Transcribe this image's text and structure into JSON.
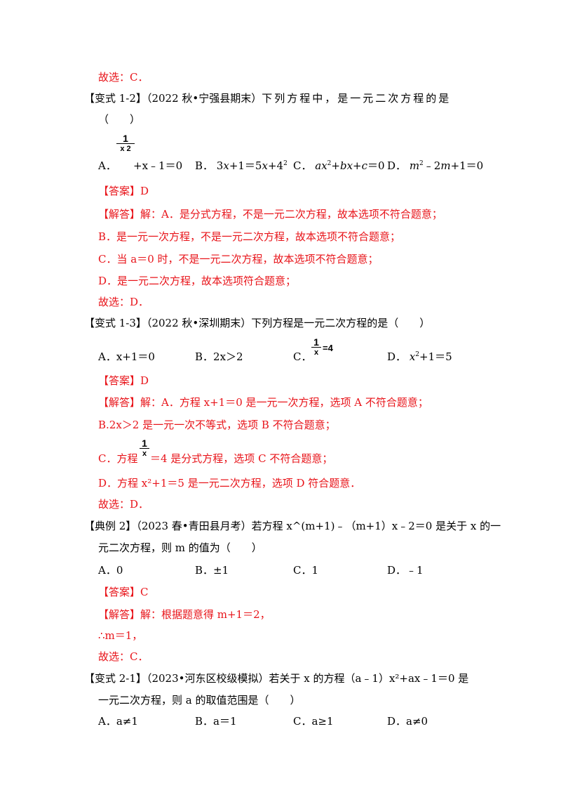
{
  "block0": {
    "final": "故选：C．"
  },
  "q12": {
    "label": "【变式 1-2】",
    "source": "（2022 秋•宁强县期末）",
    "stem": "下列方程中，是一元二次方程的是",
    "paren": "（　　）",
    "frac_num": "1",
    "frac_den": "x 2",
    "opt_a": "A．",
    "opt_a_rest": "+x﹣1＝0",
    "opt_b": "B．",
    "opt_c": "C．",
    "opt_d": "D．",
    "answer": "【答案】D",
    "analysis_label": "【解答】",
    "analysis_1": "解：A．是分式方程，不是一元二次方程，故本选项不符合题意；",
    "analysis_2": "B．是一元一次方程，不是一元二次方程，故本选项不符合题意；",
    "analysis_3": "C．当 a＝0 时，不是一元二次方程，故本选项不符合题意；",
    "analysis_4": "D．是一元二次方程，故本选项符合题意；",
    "final": "故选：D．"
  },
  "q13": {
    "label": "【变式 1-3】",
    "source": "（2022 秋•深圳期末）",
    "stem": "下列方程是一元二次方程的是（　　）",
    "opt_a": "A．x+1＝0",
    "opt_b": "B．2x＞2",
    "opt_c": "C．",
    "frac_num": "1",
    "frac_den": "x",
    "opt_c_rest": "=4",
    "opt_d": "D．",
    "answer": "【答案】D",
    "analysis_label": "【解答】",
    "analysis_1": "解：A．方程 x+1＝0 是一元一次方程，选项 A 不符合题意；",
    "analysis_2": "B.2x＞2 是一元一次不等式，选项 B 不符合题意；",
    "analysis_3_pre": "C．方程",
    "analysis_3_post": "＝4 是分式方程，选项 C 不符合题意；",
    "analysis_4": "D．方程 x²+1＝5 是一元二次方程，选项 D 符合题意．",
    "final": "故选：D．"
  },
  "ex2": {
    "label": "【典例 2】",
    "source": "（2023 春•青田县月考）",
    "stem_line1": "若方程 x^(m+1)﹣（m+1）x﹣2＝0 是关于 x 的一",
    "stem_line2": "元二次方程，则 m 的值为（　　）",
    "opt_a": "A．0",
    "opt_b": "B．±1",
    "opt_c": "C．1",
    "opt_d": "D．﹣1",
    "answer": "【答案】C",
    "analysis_1": "【解答】解：根据题意得 m+1＝2，",
    "analysis_2": "∴m＝1，",
    "final": "故选：C．"
  },
  "q21": {
    "label": "【变式 2-1】",
    "source": "（2023•河东区校级模拟）",
    "stem_line1": "若关于 x 的方程（a﹣1）x²+ax﹣1＝0 是",
    "stem_line2": "一元二次方程，则 a 的取值范围是（　　）",
    "opt_a": "A．a≠1",
    "opt_b": "B．a＝1",
    "opt_c": "C．a≥1",
    "opt_d": "D．a≠0"
  }
}
